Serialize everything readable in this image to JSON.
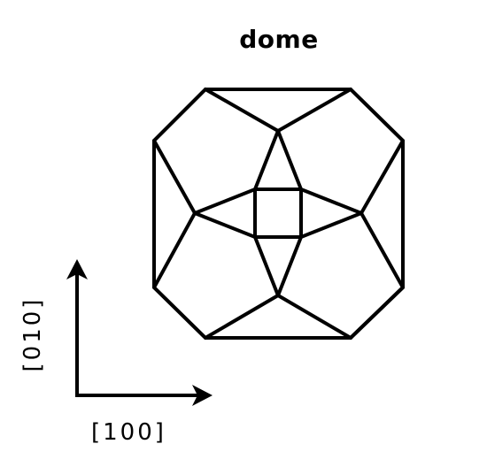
{
  "title": "dome",
  "axes": {
    "x_label": "[100]",
    "y_label": "[010]"
  },
  "colors": {
    "stroke": "#000000",
    "background": "#ffffff"
  }
}
